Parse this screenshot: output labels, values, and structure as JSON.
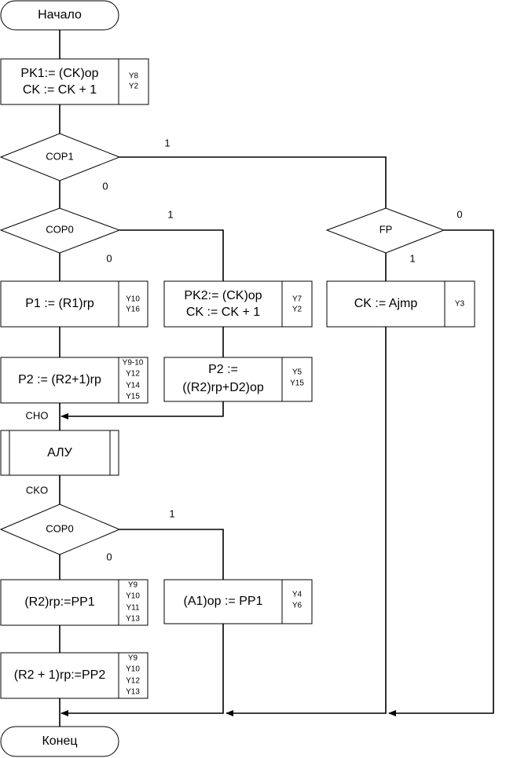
{
  "terminals": {
    "start": "Начало",
    "end": "Конец"
  },
  "blocks": {
    "fetch1": {
      "lines": [
        "PK1:= (CK)op",
        "CK := CK + 1"
      ],
      "signals": [
        "Y8",
        "Y2"
      ]
    },
    "p1": {
      "lines": [
        "P1 := (R1)rp"
      ],
      "signals": [
        "Y10",
        "Y16"
      ]
    },
    "p2": {
      "lines": [
        "P2 := (R2+1)rp"
      ],
      "signals": [
        "Y9-10",
        "Y12",
        "Y14",
        "Y15"
      ]
    },
    "fetch2": {
      "lines": [
        "PK2:= (CK)op",
        "CK := CK + 1"
      ],
      "signals": [
        "Y7",
        "Y2"
      ]
    },
    "p2d": {
      "lines": [
        "P2 :=",
        "((R2)rp+D2)op"
      ],
      "signals": [
        "Y5",
        "Y15"
      ]
    },
    "jmp": {
      "lines": [
        "CK := Ajmp"
      ],
      "signals": [
        "Y3"
      ]
    },
    "alu": {
      "lines": [
        "АЛУ"
      ]
    },
    "r2": {
      "lines": [
        "(R2)rp:=PP1"
      ],
      "signals": [
        "Y9",
        "Y10",
        "Y11",
        "Y13"
      ]
    },
    "r2p1": {
      "lines": [
        "(R2 + 1)rp:=PP2"
      ],
      "signals": [
        "Y9",
        "Y10",
        "Y12",
        "Y13"
      ]
    },
    "a1": {
      "lines": [
        "(A1)op := PP1"
      ],
      "signals": [
        "Y4",
        "Y6"
      ]
    }
  },
  "decisions": {
    "cop1": {
      "label": "COP1",
      "yes": "1",
      "no": "0"
    },
    "cop0a": {
      "label": "COP0",
      "yes": "1",
      "no": "0"
    },
    "fp": {
      "label": "FP",
      "yes": "1",
      "no": "0"
    },
    "cop0b": {
      "label": "COP0",
      "yes": "1",
      "no": "0"
    }
  },
  "connectors": {
    "cho": "CHO",
    "cko": "CKO"
  }
}
